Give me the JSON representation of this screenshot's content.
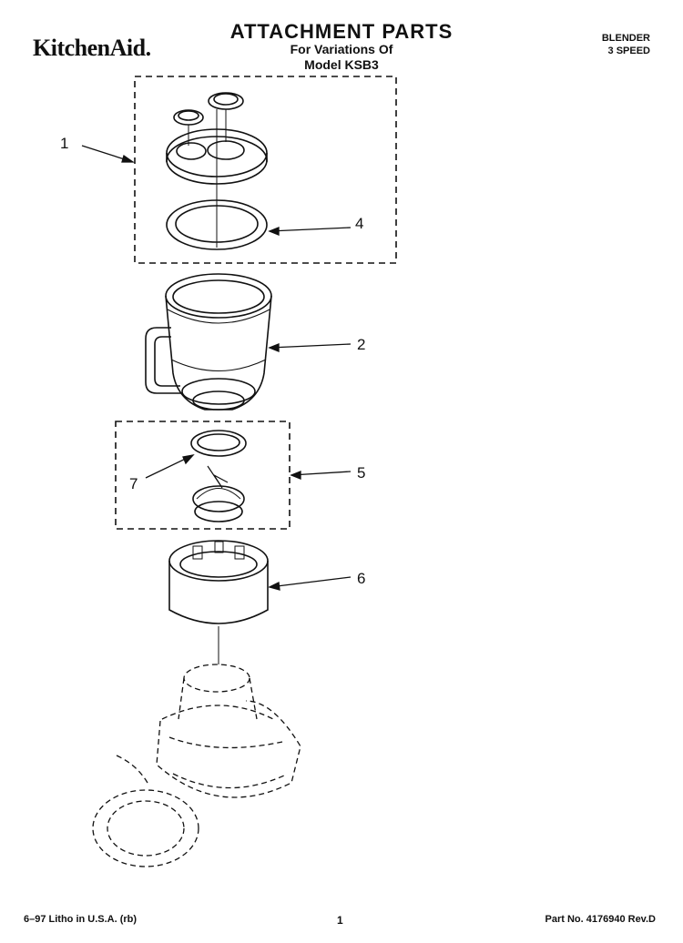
{
  "header": {
    "brand": "KitchenAid.",
    "title": "ATTACHMENT PARTS",
    "subtitle_line1": "For Variations Of",
    "subtitle_line2": "Model KSB3",
    "product_type": "BLENDER",
    "product_speed": "3 SPEED"
  },
  "callouts": [
    "1",
    "2",
    "4",
    "5",
    "6",
    "7"
  ],
  "footer": {
    "print_info": "6–97 Litho in U.S.A. (rb)",
    "page_number": "1",
    "part_number": "Part No. 4176940 Rev.D"
  },
  "colors": {
    "ink": "#111111",
    "paper": "#ffffff"
  }
}
